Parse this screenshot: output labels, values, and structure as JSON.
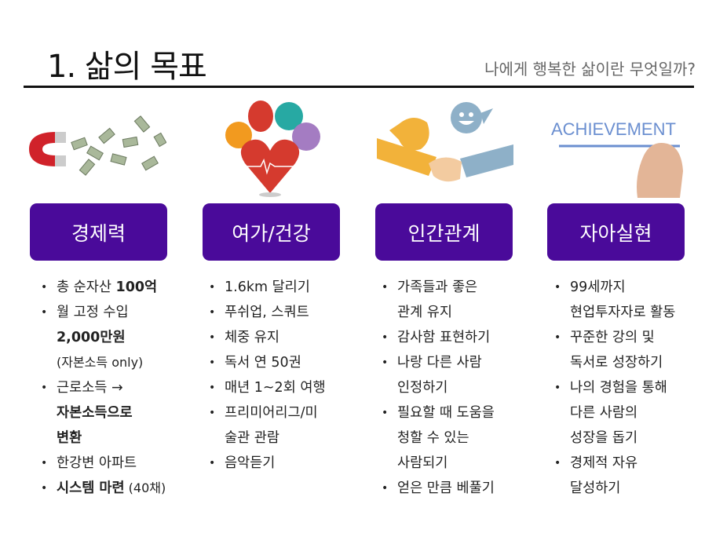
{
  "header": {
    "title": "1. 삶의 목표",
    "subtitle": "나에게 행복한 삶이란 무엇일까?"
  },
  "accent": "#4a0a9a",
  "columns": [
    {
      "category": "경제력",
      "image": "magnet-money-icon",
      "items": [
        [
          [
            {
              "t": "총 순자산 "
            },
            {
              "t": "100억",
              "b": true
            }
          ]
        ],
        [
          [
            {
              "t": "월 고정 수입"
            }
          ],
          [
            {
              "t": "2,000만원",
              "b": true
            }
          ],
          [
            {
              "t": "(자본소득 only)",
              "sm": true
            }
          ]
        ],
        [
          [
            {
              "t": "근로소득 →"
            }
          ],
          [
            {
              "t": "자본소득으로",
              "b": true
            }
          ],
          [
            {
              "t": "변환",
              "b": true
            }
          ]
        ],
        [
          [
            {
              "t": "한강변 아파트"
            }
          ]
        ],
        [
          [
            {
              "t": "시스템 마련",
              "b": true
            },
            {
              "t": " (40채)",
              "sm": true
            }
          ]
        ]
      ]
    },
    {
      "category": "여가/건강",
      "image": "health-heart-icon",
      "items": [
        [
          [
            {
              "t": "1.6km 달리기"
            }
          ]
        ],
        [
          [
            {
              "t": "푸쉬업, 스쿼트"
            }
          ]
        ],
        [
          [
            {
              "t": "체중 유지"
            }
          ]
        ],
        [
          [
            {
              "t": "독서 연 50권"
            }
          ]
        ],
        [
          [
            {
              "t": "매년 1~2회 여행"
            }
          ]
        ],
        [
          [
            {
              "t": "프리미어리그/미"
            }
          ],
          [
            {
              "t": "술관 관람"
            }
          ]
        ],
        [
          [
            {
              "t": "음악듣기"
            }
          ]
        ]
      ]
    },
    {
      "category": "인간관계",
      "image": "handshake-icon",
      "items": [
        [
          [
            {
              "t": "가족들과 좋은"
            }
          ],
          [
            {
              "t": "관계 유지"
            }
          ]
        ],
        [
          [
            {
              "t": "감사함 표현하기"
            }
          ]
        ],
        [
          [
            {
              "t": "나랑 다른 사람"
            }
          ],
          [
            {
              "t": "인정하기"
            }
          ]
        ],
        [
          [
            {
              "t": "필요할 때 도움을"
            }
          ],
          [
            {
              "t": "청할 수 있는"
            }
          ],
          [
            {
              "t": "사람되기"
            }
          ]
        ],
        [
          [
            {
              "t": "얻은 만큼 베풀기"
            }
          ]
        ]
      ]
    },
    {
      "category": "자아실현",
      "image": "achievement-hand-icon",
      "image_text": "ACHIEVEMENT",
      "items": [
        [
          [
            {
              "t": "99세까지"
            }
          ],
          [
            {
              "t": "현업투자자로 활동"
            }
          ]
        ],
        [
          [
            {
              "t": "꾸준한 강의 및"
            }
          ],
          [
            {
              "t": "독서로 성장하기"
            }
          ]
        ],
        [
          [
            {
              "t": "나의 경험을 통해"
            }
          ],
          [
            {
              "t": "다른 사람의"
            }
          ],
          [
            {
              "t": "성장을 돕기"
            }
          ]
        ],
        [
          [
            {
              "t": "경제적 자유"
            }
          ],
          [
            {
              "t": "달성하기"
            }
          ]
        ]
      ]
    }
  ]
}
